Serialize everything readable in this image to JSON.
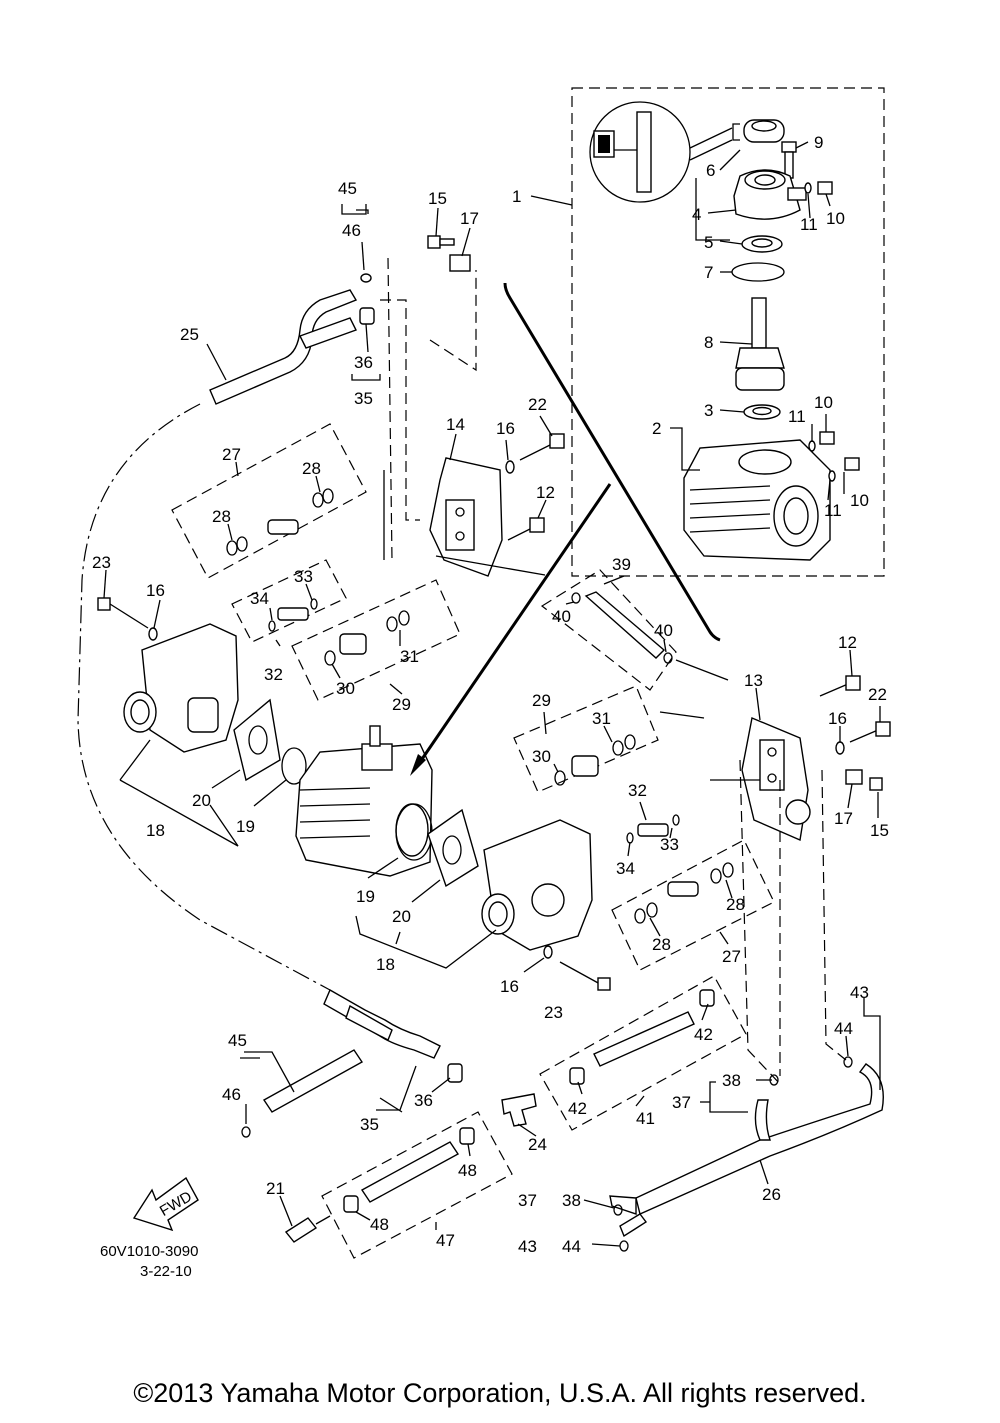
{
  "diagram": {
    "part_code": "60V1010-3090",
    "date": "3-22-10",
    "fwd_label": "FWD",
    "copyright": "©2013 Yamaha Motor Corporation, U.S.A. All rights reserved.",
    "callouts": {
      "c1": "1",
      "c2": "2",
      "c3": "3",
      "c4": "4",
      "c5": "5",
      "c6": "6",
      "c7": "7",
      "c8": "8",
      "c9": "9",
      "c10a": "10",
      "c10b": "10",
      "c10c": "10",
      "c11a": "11",
      "c11b": "11",
      "c11c": "11",
      "c12a": "12",
      "c12b": "12",
      "c13": "13",
      "c14": "14",
      "c15a": "15",
      "c15b": "15",
      "c16a": "16",
      "c16b": "16",
      "c16c": "16",
      "c16d": "16",
      "c17a": "17",
      "c17b": "17",
      "c18a": "18",
      "c18b": "18",
      "c19a": "19",
      "c19b": "19",
      "c20a": "20",
      "c20b": "20",
      "c21": "21",
      "c22a": "22",
      "c22b": "22",
      "c23a": "23",
      "c23b": "23",
      "c24": "24",
      "c25": "25",
      "c26": "26",
      "c27a": "27",
      "c27b": "27",
      "c28a": "28",
      "c28b": "28",
      "c28c": "28",
      "c28d": "28",
      "c29a": "29",
      "c29b": "29",
      "c30a": "30",
      "c30b": "30",
      "c31a": "31",
      "c31b": "31",
      "c32a": "32",
      "c32b": "32",
      "c33a": "33",
      "c33b": "33",
      "c34a": "34",
      "c34b": "34",
      "c35a": "35",
      "c35b": "35",
      "c36a": "36",
      "c36b": "36",
      "c37a": "37",
      "c37b": "37",
      "c38a": "38",
      "c38b": "38",
      "c39": "39",
      "c40a": "40",
      "c40b": "40",
      "c41": "41",
      "c42a": "42",
      "c42b": "42",
      "c43a": "43",
      "c43b": "43",
      "c44a": "44",
      "c44b": "44",
      "c45a": "45",
      "c45b": "45",
      "c46a": "46",
      "c46b": "46",
      "c47": "47",
      "c48a": "48",
      "c48b": "48"
    }
  }
}
